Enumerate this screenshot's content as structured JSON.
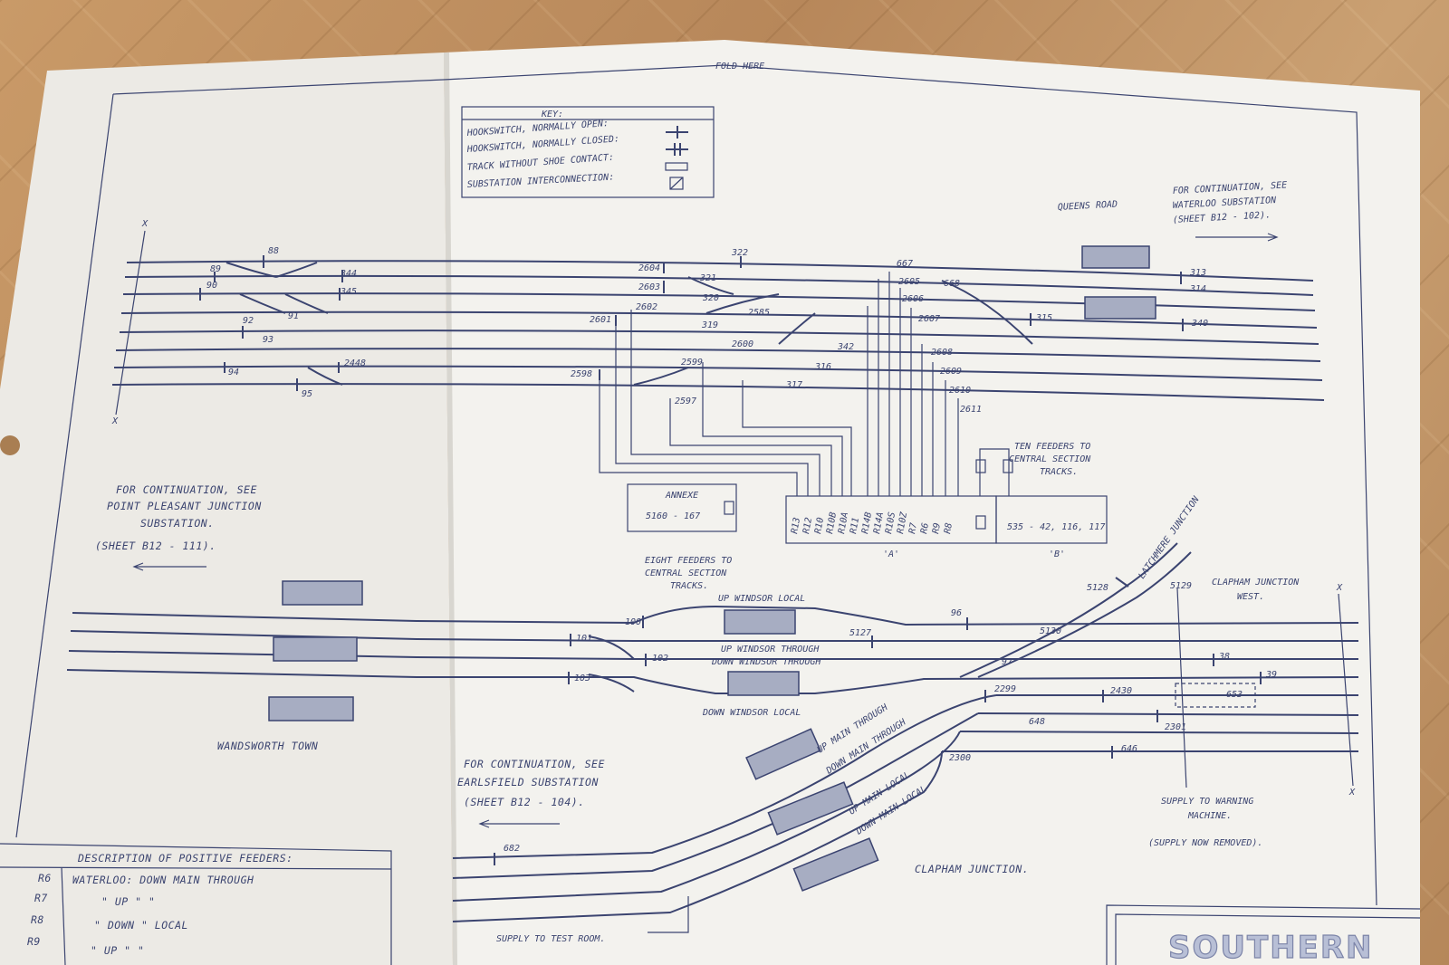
{
  "sheet_notes": {
    "fold_here": "FOLD HERE",
    "key_title": "KEY:",
    "key_items": [
      "HOOKSWITCH, NORMALLY OPEN:",
      "HOOKSWITCH, NORMALLY CLOSED:",
      "TRACK WITHOUT SHOE CONTACT:",
      "SUBSTATION INTERCONNECTION:"
    ],
    "queens_road": "QUEENS ROAD",
    "continuation_waterloo": [
      "FOR CONTINUATION, SEE",
      "WATERLOO SUBSTATION",
      "(SHEET B12 - 102)."
    ],
    "continuation_point_pleasant": [
      "FOR CONTINUATION, SEE",
      "POINT PLEASANT JUNCTION",
      "SUBSTATION.",
      "(SHEET B12 - 111)."
    ],
    "continuation_earlsfield": [
      "FOR CONTINUATION, SEE",
      "EARLSFIELD SUBSTATION",
      "(SHEET B12 - 104)."
    ],
    "annexe_title": "ANNEXE",
    "annexe_range": "5160 - 167",
    "eight_feeders": [
      "EIGHT FEEDERS TO",
      "CENTRAL SECTION",
      "TRACKS."
    ],
    "ten_feeders": [
      "TEN FEEDERS TO",
      "CENTRAL SECTION",
      "TRACKS."
    ],
    "board_b_range": "535 - 42, 116, 117",
    "board_a_label": "'A'",
    "board_b_label": "'B'",
    "board_a_feeders": [
      "R13",
      "R12",
      "R10",
      "R10B",
      "R10A",
      "R11",
      "R14B",
      "R14A",
      "R10S",
      "R10Z",
      "R7",
      "R6",
      "R9",
      "R8"
    ],
    "wandsworth_town": "WANDSWORTH TOWN",
    "clapham_junction": "CLAPHAM JUNCTION.",
    "clapham_junction_west": [
      "CLAPHAM JUNCTION",
      "WEST."
    ],
    "latchmere_junction": "LATCHMERE JUNCTION",
    "supply_warning": [
      "SUPPLY TO WARNING",
      "MACHINE.",
      "(SUPPLY NOW REMOVED)."
    ],
    "supply_test_room": "SUPPLY TO TEST ROOM.",
    "track_names": {
      "up_windsor_local": "UP WINDSOR LOCAL",
      "up_windsor_through": "UP WINDSOR THROUGH",
      "down_windsor_through": "DOWN WINDSOR THROUGH",
      "down_windsor_local": "DOWN WINDSOR LOCAL",
      "up_main_through": "UP MAIN THROUGH",
      "down_main_through": "DOWN MAIN THROUGH",
      "up_main_local": "UP MAIN LOCAL",
      "down_main_local": "DOWN MAIN LOCAL"
    },
    "feeder_table_title": "DESCRIPTION OF POSITIVE FEEDERS:",
    "feeder_table": [
      {
        "code": "R6",
        "desc": "WATERLOO: DOWN MAIN THROUGH"
      },
      {
        "code": "R7",
        "desc": "\"       UP     \"      \""
      },
      {
        "code": "R8",
        "desc": "\"     DOWN   \"    LOCAL"
      },
      {
        "code": "R9",
        "desc": "\"       UP     \"      \""
      }
    ],
    "title_block": "SOUTHERN",
    "x_mark": "X"
  },
  "switch_labels": {
    "top_left": [
      "88",
      "89",
      "90",
      "344",
      "345",
      "91",
      "92",
      "93",
      "94",
      "2448",
      "95"
    ],
    "top_middle": [
      "2604",
      "2603",
      "2602",
      "2601",
      "2598",
      "322",
      "321",
      "320",
      "319",
      "2585",
      "2600",
      "2599",
      "342",
      "316",
      "317",
      "2597"
    ],
    "top_right": [
      "667",
      "2605",
      "2606",
      "668",
      "2607",
      "2608",
      "2609",
      "2610",
      "2611",
      "315",
      "313",
      "314",
      "340"
    ],
    "bottom_left": [
      "100",
      "101",
      "102",
      "103",
      "5127",
      "96",
      "97",
      "5128",
      "5129",
      "5130",
      "38",
      "39",
      "653"
    ],
    "bottom_right": [
      "2299",
      "2430",
      "648",
      "2301",
      "2300",
      "646",
      "682"
    ]
  }
}
